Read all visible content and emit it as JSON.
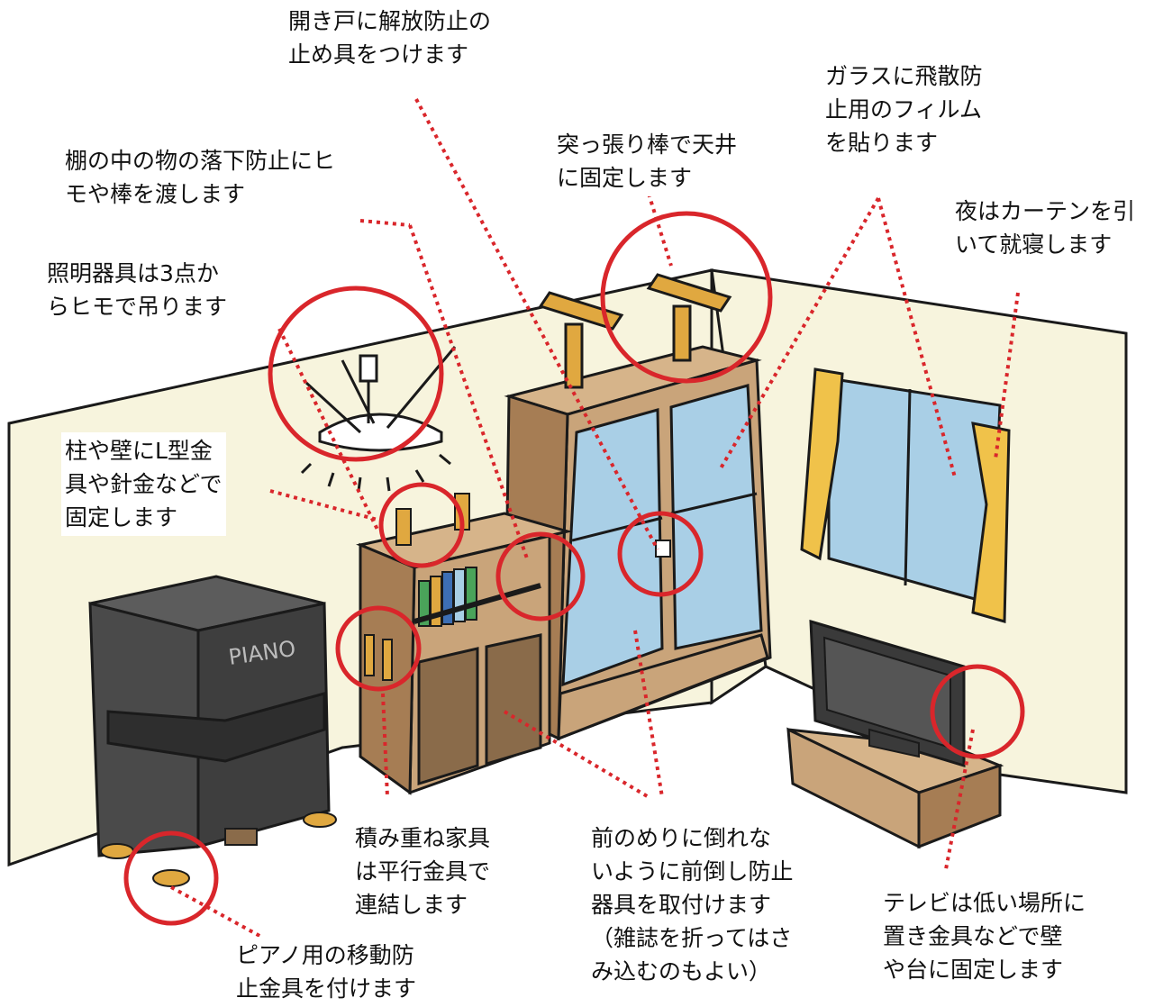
{
  "labels": {
    "door_stopper": [
      "開き戸に解放防止の",
      "止め具をつけます"
    ],
    "shelf_fall": [
      "棚の中の物の落下防止にヒ",
      "モや棒を渡します"
    ],
    "tension_rod": [
      "突っ張り棒で天井",
      "に固定します"
    ],
    "glass_film": [
      "ガラスに飛散防",
      "止用のフィルム",
      "を貼ります"
    ],
    "curtain": [
      "夜はカーテンを引",
      "いて就寝します"
    ],
    "lighting": [
      "照明器具は3点か",
      "らヒモで吊ります"
    ],
    "l_bracket": [
      "柱や壁にL型金",
      "具や針金などで",
      "固定します"
    ],
    "stacked": [
      "積み重ね家具",
      "は平行金具で",
      "連結します"
    ],
    "tip_over": [
      "前のめりに倒れな",
      "いように前倒し防止",
      "器具を取付けます",
      "（雑誌を折ってはさ",
      "み込むのもよい）"
    ],
    "tv": [
      "テレビは低い場所に",
      "置き金具などで壁",
      "や台に固定します"
    ],
    "piano": [
      "ピアノ用の移動防",
      "止金具を付けます"
    ]
  },
  "piano_text": "PIANO",
  "colors": {
    "marker": "#d9262b",
    "wall": "#f7f4dd",
    "floor": "#ffffff",
    "outline": "#1a1a1a",
    "wood": "#c9a47a",
    "wood_dark": "#a67d54",
    "glass": "#a9cfe6",
    "curtain": "#f0c24a",
    "piano": "#4a4a4a",
    "tv": "#3a3a3a"
  }
}
